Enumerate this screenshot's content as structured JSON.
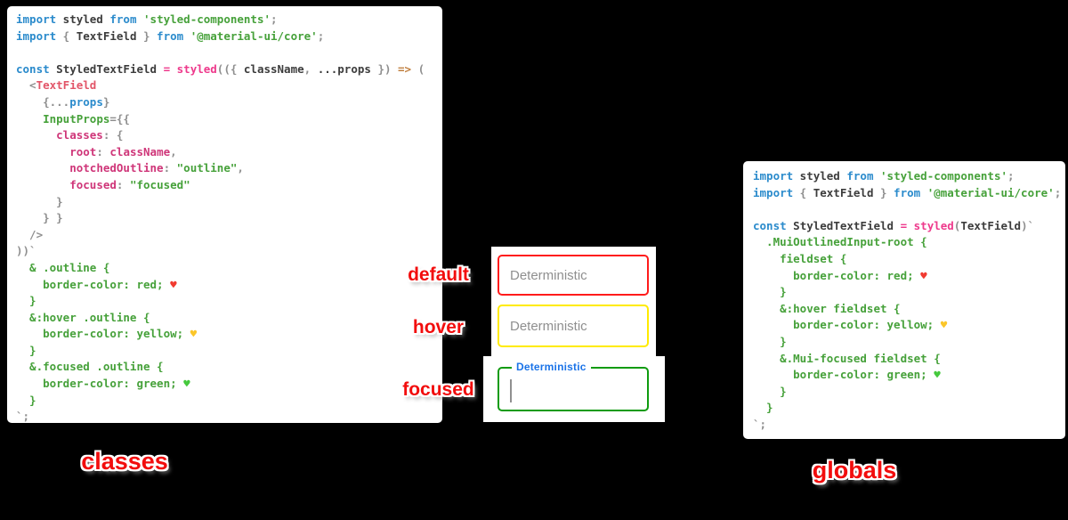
{
  "colors": {
    "background": "#000000",
    "panel": "#ffffff",
    "keyword_blue": "#2b8bcc",
    "string_green": "#46a13a",
    "prop_magenta": "#cf3679",
    "fn_pink": "#ee3a8c",
    "jsx_tag_salmon": "#e25568",
    "arrow_orange": "#c07f3f",
    "annotation_red": "#f20d0d",
    "focused_label_blue": "#1a73e8",
    "placeholder_gray": "#8f8f8f"
  },
  "left_panel": {
    "caption": "classes",
    "lines": [
      [
        [
          "kw",
          "import"
        ],
        [
          "pl",
          " styled "
        ],
        [
          "kw",
          "from"
        ],
        [
          "gr",
          " "
        ],
        [
          "str",
          "'styled-components'"
        ],
        [
          "gr",
          ";"
        ]
      ],
      [
        [
          "kw",
          "import"
        ],
        [
          "gr",
          " { "
        ],
        [
          "pl",
          "TextField"
        ],
        [
          "gr",
          " } "
        ],
        [
          "kw",
          "from"
        ],
        [
          "gr",
          " "
        ],
        [
          "str",
          "'@material-ui/core'"
        ],
        [
          "gr",
          ";"
        ]
      ],
      [],
      [
        [
          "kw",
          "const"
        ],
        [
          "pl",
          " StyledTextField "
        ],
        [
          "pk",
          "="
        ],
        [
          "gr",
          " "
        ],
        [
          "pk",
          "styled"
        ],
        [
          "gr",
          "(({ "
        ],
        [
          "pl",
          "className"
        ],
        [
          "gr",
          ", "
        ],
        [
          "pl",
          "...props"
        ],
        [
          "gr",
          " }) "
        ],
        [
          "ar",
          "=>"
        ],
        [
          "gr",
          " ("
        ]
      ],
      [
        [
          "gr",
          "  <"
        ],
        [
          "tag",
          "TextField"
        ]
      ],
      [
        [
          "gr",
          "    {..."
        ],
        [
          "kw",
          "props"
        ],
        [
          "gr",
          "}"
        ]
      ],
      [
        [
          "gr",
          "    "
        ],
        [
          "str",
          "InputProps"
        ],
        [
          "gr",
          "={{"
        ]
      ],
      [
        [
          "gr",
          "      "
        ],
        [
          "mg",
          "classes"
        ],
        [
          "gr",
          ": {"
        ]
      ],
      [
        [
          "gr",
          "        "
        ],
        [
          "mg",
          "root"
        ],
        [
          "gr",
          ": "
        ],
        [
          "mg",
          "className"
        ],
        [
          "gr",
          ","
        ]
      ],
      [
        [
          "gr",
          "        "
        ],
        [
          "mg",
          "notchedOutline"
        ],
        [
          "gr",
          ": "
        ],
        [
          "str",
          "\"outline\""
        ],
        [
          "gr",
          ","
        ]
      ],
      [
        [
          "gr",
          "        "
        ],
        [
          "mg",
          "focused"
        ],
        [
          "gr",
          ": "
        ],
        [
          "str",
          "\"focused\""
        ]
      ],
      [
        [
          "gr",
          "      }"
        ]
      ],
      [
        [
          "gr",
          "    } }"
        ]
      ],
      [
        [
          "gr",
          "  />"
        ]
      ],
      [
        [
          "gr",
          "))`"
        ]
      ],
      [
        [
          "str",
          "  & .outline {"
        ]
      ],
      [
        [
          "str",
          "    border-color: red; "
        ],
        [
          "hr",
          "♥"
        ]
      ],
      [
        [
          "str",
          "  }"
        ]
      ],
      [
        [
          "str",
          "  &:hover .outline {"
        ]
      ],
      [
        [
          "str",
          "    border-color: yellow; "
        ],
        [
          "hy",
          "♥"
        ]
      ],
      [
        [
          "str",
          "  }"
        ]
      ],
      [
        [
          "str",
          "  &.focused .outline {"
        ]
      ],
      [
        [
          "str",
          "    border-color: green; "
        ],
        [
          "hg",
          "♥"
        ]
      ],
      [
        [
          "str",
          "  }"
        ]
      ],
      [
        [
          "gr",
          "`;"
        ]
      ]
    ]
  },
  "right_panel": {
    "caption": "globals",
    "lines": [
      [
        [
          "kw",
          "import"
        ],
        [
          "pl",
          " styled "
        ],
        [
          "kw",
          "from"
        ],
        [
          "gr",
          " "
        ],
        [
          "str",
          "'styled-components'"
        ],
        [
          "gr",
          ";"
        ]
      ],
      [
        [
          "kw",
          "import"
        ],
        [
          "gr",
          " { "
        ],
        [
          "pl",
          "TextField"
        ],
        [
          "gr",
          " } "
        ],
        [
          "kw",
          "from"
        ],
        [
          "gr",
          " "
        ],
        [
          "str",
          "'@material-ui/core'"
        ],
        [
          "gr",
          ";"
        ]
      ],
      [],
      [
        [
          "kw",
          "const"
        ],
        [
          "pl",
          " StyledTextField "
        ],
        [
          "pk",
          "="
        ],
        [
          "gr",
          " "
        ],
        [
          "pk",
          "styled"
        ],
        [
          "gr",
          "("
        ],
        [
          "pl",
          "TextField"
        ],
        [
          "gr",
          ")`"
        ]
      ],
      [
        [
          "str",
          "  .MuiOutlinedInput-root {"
        ]
      ],
      [
        [
          "str",
          "    fieldset {"
        ]
      ],
      [
        [
          "str",
          "      border-color: red; "
        ],
        [
          "hr",
          "♥"
        ]
      ],
      [
        [
          "str",
          "    }"
        ]
      ],
      [
        [
          "str",
          "    &:hover fieldset {"
        ]
      ],
      [
        [
          "str",
          "      border-color: yellow; "
        ],
        [
          "hy",
          "♥"
        ]
      ],
      [
        [
          "str",
          "    }"
        ]
      ],
      [
        [
          "str",
          "    &.Mui-focused fieldset {"
        ]
      ],
      [
        [
          "str",
          "      border-color: green; "
        ],
        [
          "hg",
          "♥"
        ]
      ],
      [
        [
          "str",
          "    }"
        ]
      ],
      [
        [
          "str",
          "  }"
        ]
      ],
      [
        [
          "gr",
          "`;"
        ]
      ]
    ]
  },
  "middle": {
    "states": [
      {
        "label": "default",
        "placeholder": "Deterministic",
        "border": "#ff1b1b"
      },
      {
        "label": "hover",
        "placeholder": "Deterministic",
        "border": "#ffeb00"
      },
      {
        "label": "focused",
        "field_label": "Deterministic",
        "border": "#0f9b0f"
      }
    ]
  }
}
